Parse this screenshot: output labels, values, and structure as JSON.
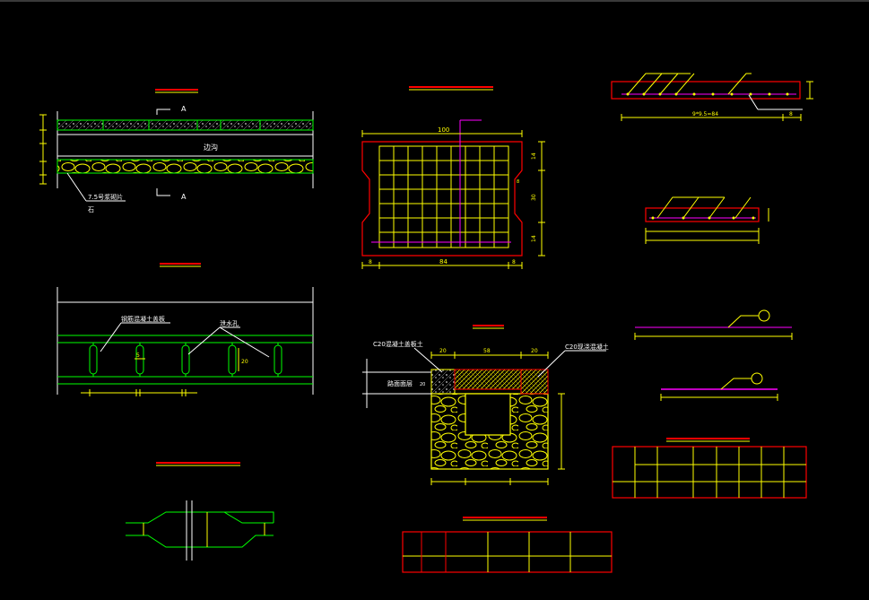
{
  "colors": {
    "background": "#000000",
    "red": "#ff0000",
    "yellow": "#ffff00",
    "white": "#ffffff",
    "green": "#00ff00",
    "magenta": "#ff00ff",
    "concrete_green": "#1f8a1f"
  },
  "section_a": {
    "marker_top": "A",
    "marker_bottom": "A",
    "center_label": "边沟",
    "note_line1": "7.5号浆砌片",
    "note_line2": "石"
  },
  "plan_view": {
    "label_slab": "钢筋混凝土盖板",
    "label_hole": "泄水孔",
    "dim_gap": "5",
    "dim_height": "20"
  },
  "slab_rebar": {
    "dim_top": "100",
    "dim_bottom": "84",
    "dim_right_1": "14",
    "dim_right_2": "30",
    "dim_right_3": "14",
    "dim_left_small": "8",
    "dim_right_small": "8",
    "dim_mid": "8"
  },
  "rebar_detail": {
    "dim_text": "9*9.5=84",
    "dim_end": "8"
  },
  "ditch_section": {
    "label_c20_left": "C20混凝土盖板土",
    "label_c20_right": "C20现浇混凝土",
    "label_road": "路面面层",
    "dim_left": "20",
    "dim_mid": "58",
    "dim_right": "20",
    "dim_side": "20"
  }
}
